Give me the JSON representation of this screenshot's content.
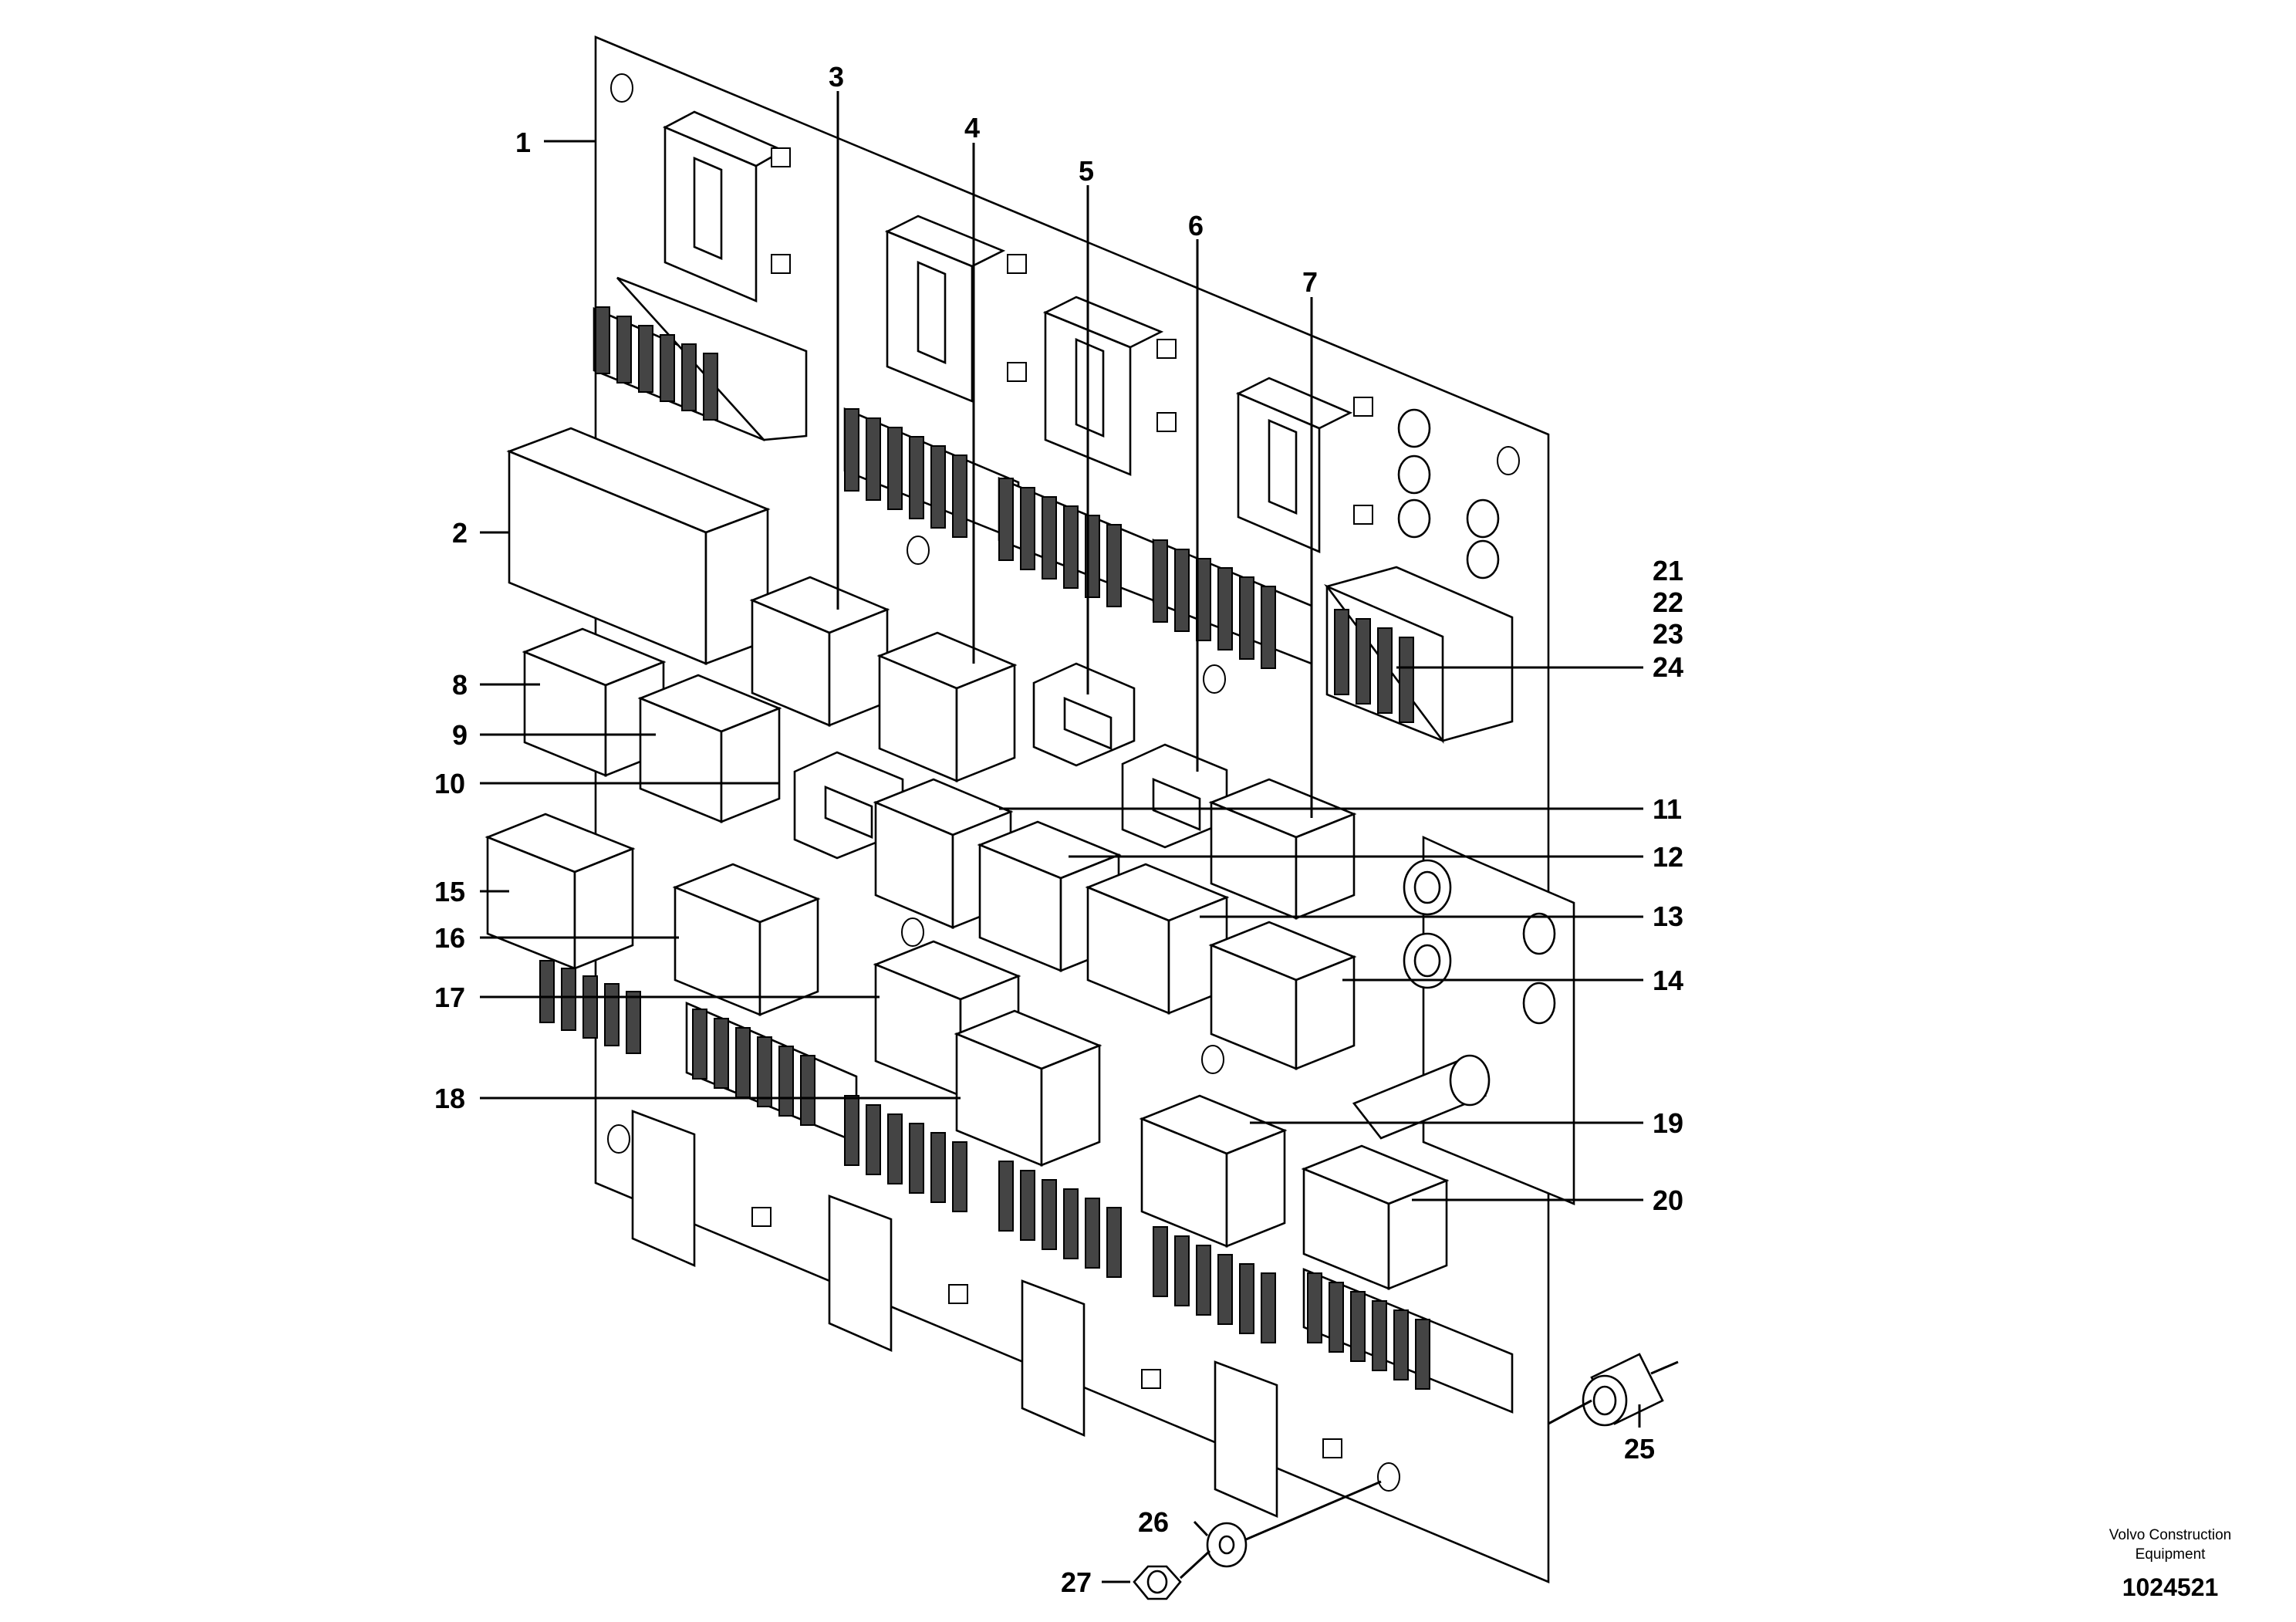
{
  "diagram": {
    "callouts": {
      "c1": "1",
      "c2": "2",
      "c3": "3",
      "c4": "4",
      "c5": "5",
      "c6": "6",
      "c7": "7",
      "c8": "8",
      "c9": "9",
      "c10": "10",
      "c11": "11",
      "c12": "12",
      "c13": "13",
      "c14": "14",
      "c15": "15",
      "c16": "16",
      "c17": "17",
      "c18": "18",
      "c19": "19",
      "c20": "20",
      "c21": "21",
      "c22": "22",
      "c23": "23",
      "c24": "24",
      "c25": "25",
      "c26": "26",
      "c27": "27"
    },
    "brand_line1": "Volvo Construction",
    "brand_line2": "Equipment",
    "document_number": "1024521"
  }
}
